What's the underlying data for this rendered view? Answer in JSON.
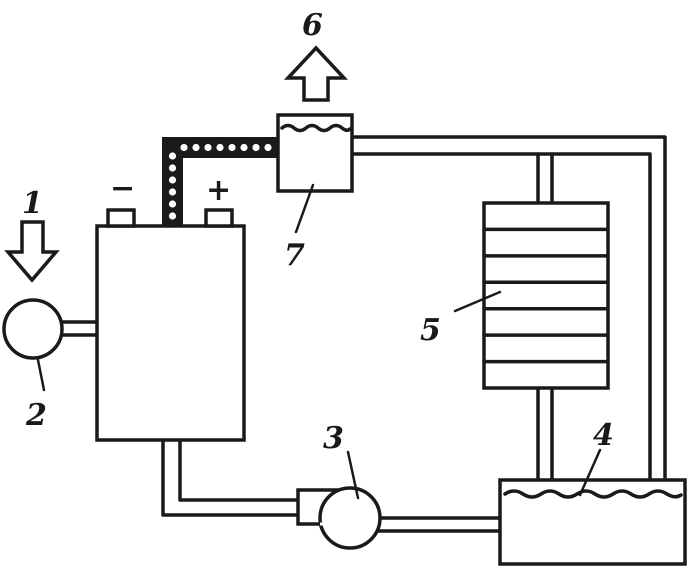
{
  "labels": {
    "inlet": "1",
    "compressor": "2",
    "pump": "3",
    "tank": "4",
    "radiator": "5",
    "outlet": "6",
    "separator": "7"
  },
  "terminals": {
    "negative": "−",
    "positive": "+"
  },
  "radiator_sections": 7
}
